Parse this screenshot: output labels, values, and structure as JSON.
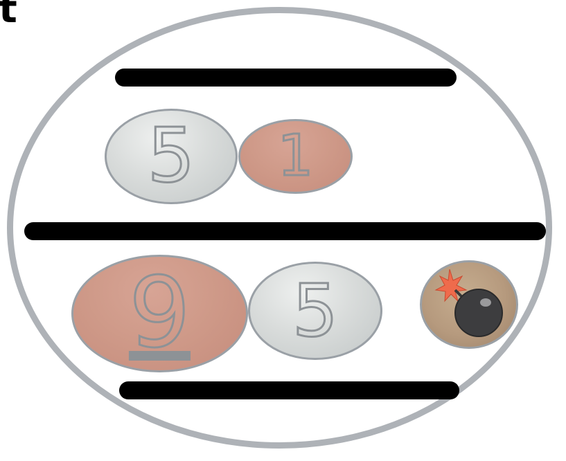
{
  "header": {
    "corner_glyph": "t"
  },
  "rows": [
    {
      "tokens": [
        {
          "kind": "number",
          "value": "5",
          "color": "silver"
        },
        {
          "kind": "number",
          "value": "1",
          "color": "copper"
        }
      ]
    },
    {
      "tokens": [
        {
          "kind": "number",
          "value": "9",
          "color": "copper"
        },
        {
          "kind": "number",
          "value": "5",
          "color": "silver"
        },
        {
          "kind": "bomb",
          "icon": "bomb-icon"
        }
      ]
    }
  ],
  "colors": {
    "board_border": "#aeb2b7",
    "bar": "#000000",
    "silver_disc": "#d9dcdb",
    "copper_disc": "#cf9a89",
    "digit_stroke": "#8d9296",
    "bomb_spark": "#ef6b4c"
  }
}
